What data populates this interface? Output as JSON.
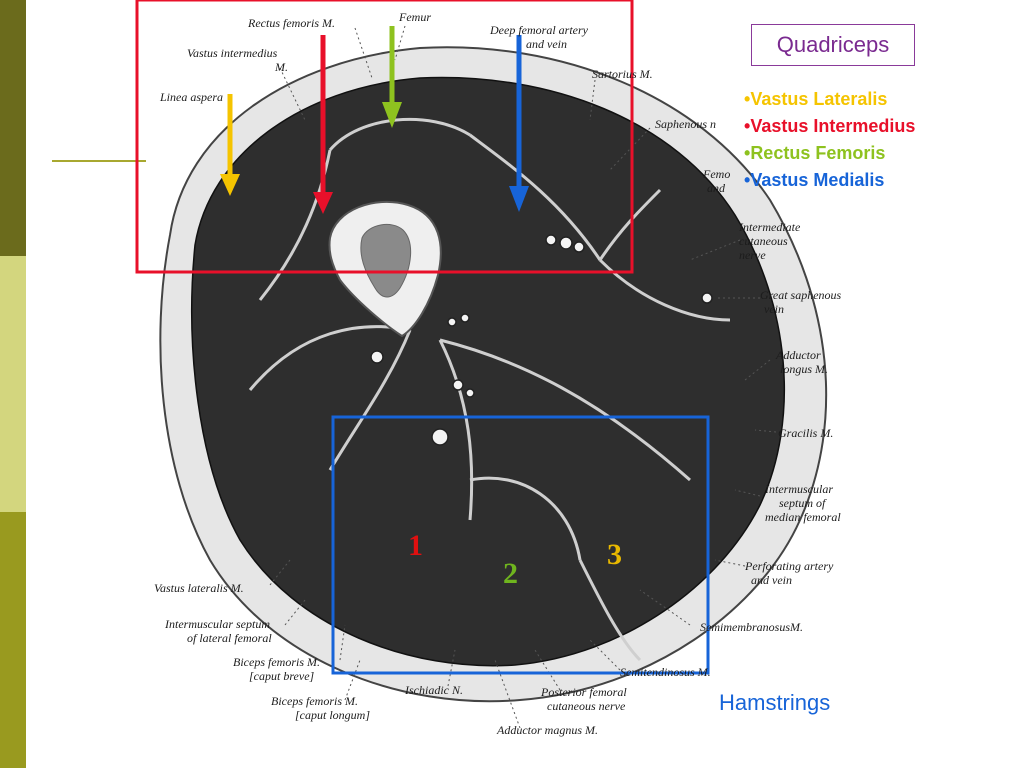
{
  "title": "Quadriceps",
  "legend": [
    {
      "bullet": "•",
      "text": "Vastus Lateralis",
      "color": "#f5c400"
    },
    {
      "bullet": "•",
      "text": "Vastus Intermedius",
      "color": "#e8102a"
    },
    {
      "bullet": "•",
      "text": "Rectus Femoris",
      "color": "#8ec21f"
    },
    {
      "bullet": "•",
      "text": "Vastus Medialis",
      "color": "#1764d8"
    }
  ],
  "hamstrings_label": "Hamstrings",
  "numbers": [
    {
      "text": "1",
      "color": "#e01010"
    },
    {
      "text": "2",
      "color": "#6fb51e"
    },
    {
      "text": "3",
      "color": "#e8b800"
    }
  ],
  "labels": {
    "rectus_femoris": "Rectus femoris M.",
    "femur": "Femur",
    "deep_femoral_1": "Deep femoral artery",
    "deep_femoral_2": "and vein",
    "vastus_intermedius_1": "Vastus intermedius",
    "vastus_intermedius_2": "M.",
    "linea_aspera": "Linea aspera",
    "sartorius": "Sartorius M.",
    "saphenous": "Saphenous n",
    "femo_1": "Femo",
    "femo_2": "and",
    "intermediate_cut_1": "Intermediate",
    "intermediate_cut_2": "cutaneous",
    "intermediate_cut_3": "nerve",
    "great_saphenous_1": "Great saphenous",
    "great_saphenous_2": "vein",
    "adductor_longus_1": "Adductor",
    "adductor_longus_2": "longus M.",
    "gracilis": "Gracilis M.",
    "intermuscular_median_1": "Intermuscular",
    "intermuscular_median_2": "septum of",
    "intermuscular_median_3": "median femoral",
    "perforating_1": "Perforating artery",
    "perforating_2": "and vein",
    "semimembranosus": "SemimembranosusM.",
    "semitendinosus": "Semitendinosus M.",
    "posterior_cut_1": "Posterior femoral",
    "posterior_cut_2": "cutaneous nerve",
    "adductor_magnus": "Adductor magnus M.",
    "ischiadic": "Ischiadic N.",
    "biceps_long_1": "Biceps femoris M.",
    "biceps_long_2": "[caput longum]",
    "biceps_short_1": "Biceps femoris M.",
    "biceps_short_2": "[caput breve]",
    "intermuscular_lateral_1": "Intermuscular septum",
    "intermuscular_lateral_2": "of lateral femoral",
    "vastus_lateralis": "Vastus lateralis M."
  },
  "colors": {
    "quad_box": "#e8102a",
    "ham_box": "#1764d8",
    "arrow_yellow": "#f5c400",
    "arrow_red": "#e8102a",
    "arrow_green": "#8ec21f",
    "arrow_blue": "#1764d8"
  }
}
